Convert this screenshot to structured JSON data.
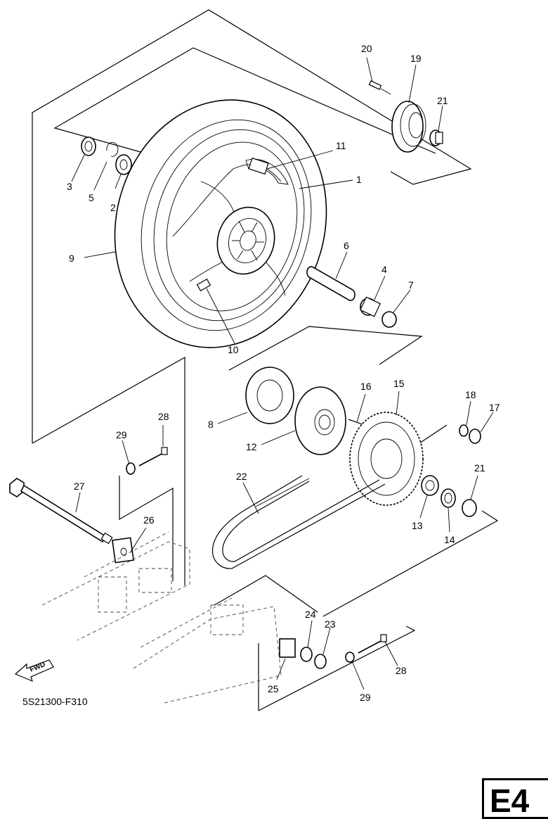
{
  "figure_code": "5S21300-F310",
  "page_tag": "E4",
  "fwd_arrow_text": "FWD",
  "callouts": {
    "c1": "1",
    "c2": "2",
    "c3": "3",
    "c4": "4",
    "c5": "5",
    "c6": "6",
    "c7": "7",
    "c8": "8",
    "c9": "9",
    "c10": "10",
    "c11": "11",
    "c12": "12",
    "c13": "13",
    "c14": "14",
    "c15": "15",
    "c16": "16",
    "c17": "17",
    "c18": "18",
    "c19": "19",
    "c20": "20",
    "c21a": "21",
    "c21b": "21",
    "c22": "22",
    "c23": "23",
    "c24": "24",
    "c25": "25",
    "c26": "26",
    "c27": "27",
    "c28a": "28",
    "c28b": "28",
    "c29a": "29",
    "c29b": "29"
  }
}
